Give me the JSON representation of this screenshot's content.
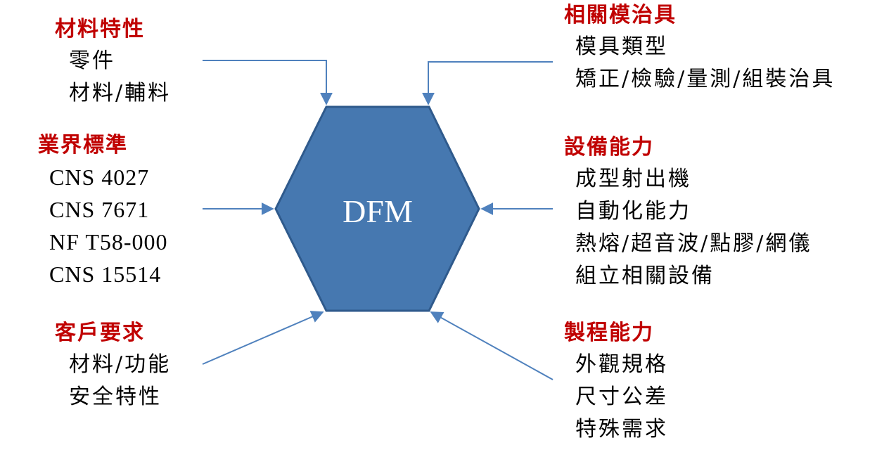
{
  "center": {
    "label": "DFM",
    "fill": "#4678b0",
    "stroke": "#2f5a8c"
  },
  "arrow_color": "#4f81bd",
  "heading_color": "#c00000",
  "groups": {
    "materials": {
      "heading": "材料特性",
      "items": [
        "零件",
        "材料/輔料"
      ]
    },
    "standards": {
      "heading": "業界標準",
      "items": [
        "CNS 4027",
        "CNS 7671",
        "NF T58-000",
        "CNS 15514"
      ]
    },
    "customer": {
      "heading": "客戶要求",
      "items": [
        "材料/功能",
        "安全特性"
      ]
    },
    "tooling": {
      "heading": "相關模治具",
      "items": [
        "模具類型",
        "矯正/檢驗/量測/組裝治具"
      ]
    },
    "equipment": {
      "heading": "設備能力",
      "items": [
        "成型射出機",
        "自動化能力",
        "熱熔/超音波/點膠/網儀",
        "組立相關設備"
      ]
    },
    "process": {
      "heading": "製程能力",
      "items": [
        "外觀規格",
        "尺寸公差",
        "特殊需求"
      ]
    }
  }
}
